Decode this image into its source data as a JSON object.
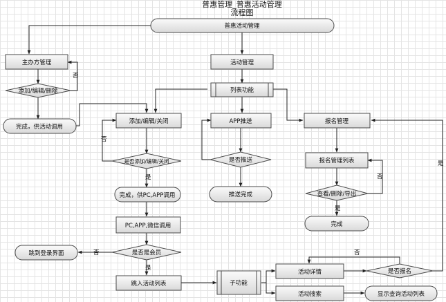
{
  "title": {
    "line1": "普惠管理_普惠活动管理",
    "line2": "流程图"
  },
  "nodes": {
    "start": "普惠活动管理",
    "organizer_mgmt": "主办方管理",
    "organizer_edit": "添加/编辑/删除",
    "organizer_done": "完成，供活动调用",
    "activity_mgmt": "活动管理",
    "list_function": "列表功能",
    "add_edit_close": "添加/编辑/关闭",
    "app_push": "APP推送",
    "registration_mgmt": "报名管理",
    "confirm_add_edit": "是否添加/编辑/关闭",
    "is_push": "是否推送",
    "registration_list": "报名管理列表",
    "done_pc_app": "完成，供PC,APP调用",
    "push_done": "推送完成",
    "view_delete_export": "查看/删除/导出",
    "done": "完成",
    "pc_app_wechat": "PC,APP,微信调用",
    "is_member": "是否是会员",
    "login_page": "跳到登录界面",
    "activity_list": "跳入活动列表",
    "sub_function": "子功能",
    "activity_detail": "活动详情",
    "is_registered": "是否报名",
    "activity_search": "活动搜索",
    "show_search_list": "显示查询活动列表"
  },
  "edge_labels": {
    "no": "否",
    "yes": "是"
  }
}
